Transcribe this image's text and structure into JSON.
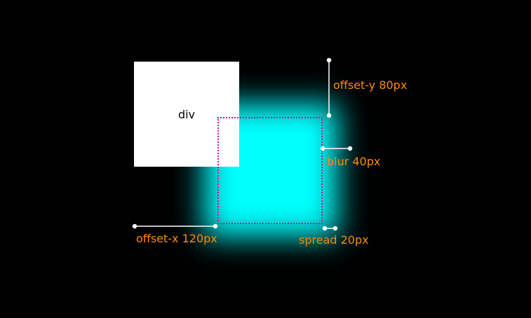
{
  "element_label": "div",
  "annotations": {
    "offset_x": "offset-x 120px",
    "offset_y": "offset-y 80px",
    "blur": "blur 40px",
    "spread": "spread 20px"
  },
  "colors": {
    "background": "#000000",
    "element": "#ffffff",
    "shadow": "#00ffff",
    "outline": "#d0108f",
    "annotation_text": "#ff8c00",
    "measure_lines": "#ffffff"
  }
}
